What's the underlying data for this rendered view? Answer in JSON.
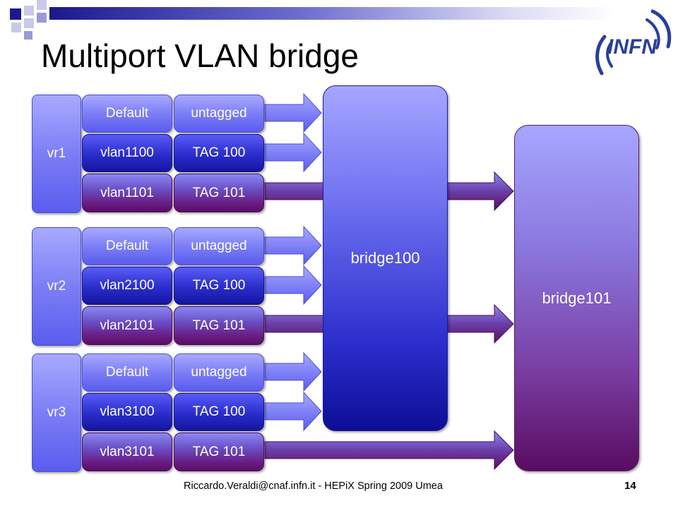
{
  "slide": {
    "title": "Multiport VLAN bridge",
    "footer": "Riccardo.Veraldi@cnaf.infn.it  - HEPiX Spring 2009 Umea",
    "page_number": "14",
    "logo_text": "INFN"
  },
  "colors": {
    "light_blue": "#7c7ef6",
    "dark_blue": "#2a2ccc",
    "purple": "#6a1f88",
    "title_bar": "#1a1a8c"
  },
  "groups": [
    {
      "router": "vr1",
      "rows": [
        {
          "iface": "Default",
          "tag": "untagged"
        },
        {
          "iface": "vlan1100",
          "tag": "TAG 100"
        },
        {
          "iface": "vlan1101",
          "tag": "TAG 101"
        }
      ]
    },
    {
      "router": "vr2",
      "rows": [
        {
          "iface": "Default",
          "tag": "untagged"
        },
        {
          "iface": "vlan2100",
          "tag": "TAG 100"
        },
        {
          "iface": "vlan2101",
          "tag": "TAG 101"
        }
      ]
    },
    {
      "router": "vr3",
      "rows": [
        {
          "iface": "Default",
          "tag": "untagged"
        },
        {
          "iface": "vlan3100",
          "tag": "TAG 100"
        },
        {
          "iface": "vlan3101",
          "tag": "TAG 101"
        }
      ]
    }
  ],
  "bridges": {
    "bridge100": "bridge100",
    "bridge101": "bridge101"
  }
}
